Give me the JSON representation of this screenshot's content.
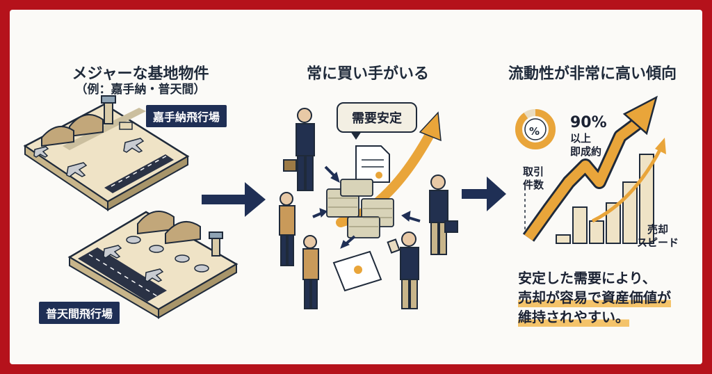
{
  "section_left": {
    "title": "メジャーな基地物件",
    "subtitle": "（例：嘉手納・普天間）",
    "tag_top": "嘉手納飛行場",
    "tag_bottom": "普天間飛行場"
  },
  "section_middle": {
    "title": "常に買い手がいる",
    "bubble": "需要安定"
  },
  "section_right": {
    "title": "流動性が非常に高い傾向",
    "pie_symbol": "%",
    "percent": "90%",
    "percent_line1": "以上",
    "percent_line2": "即成約",
    "axis_count_line1": "取引",
    "axis_count_line2": "件数",
    "speed_line1": "売却",
    "speed_line2": "スピード",
    "summary_line1": "安定した需要により、",
    "summary_line2": "売却が容易で資産価値が",
    "summary_line3": "維持されやすい。"
  },
  "colors": {
    "frame": "#b5121b",
    "navy": "#1f2f55",
    "gold": "#e9a53a",
    "beige": "#e9dcc0"
  }
}
